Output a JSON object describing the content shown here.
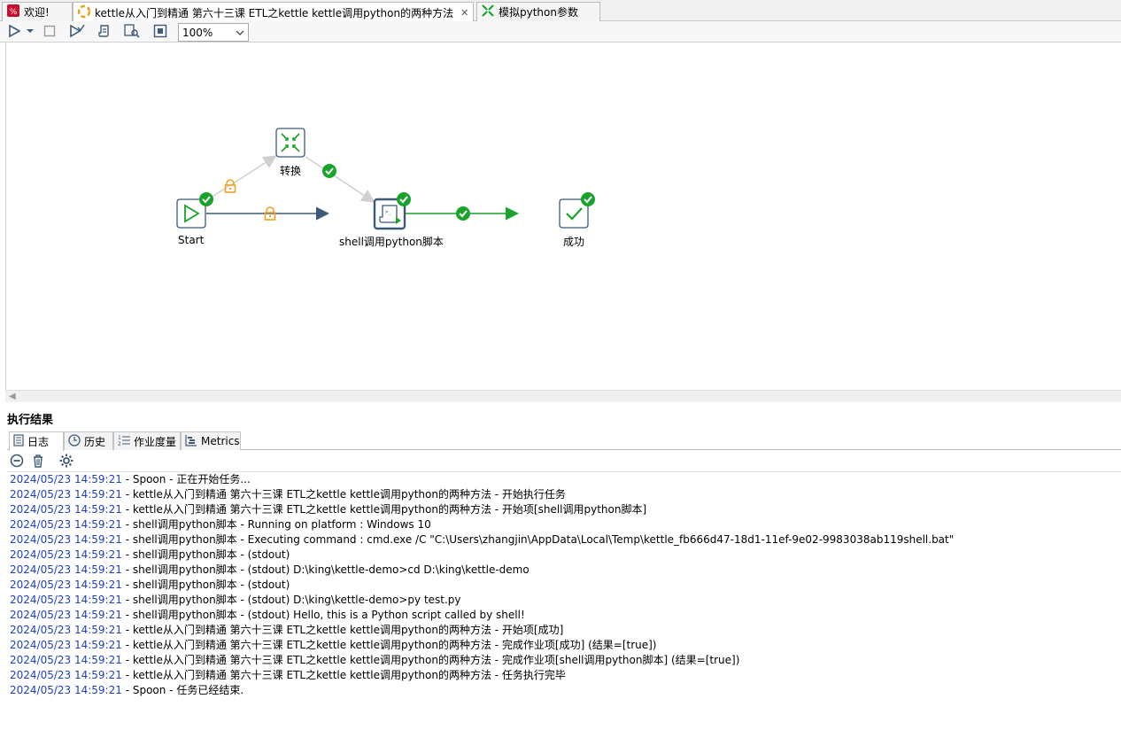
{
  "editor_tabs": [
    {
      "label": "欢迎!",
      "icon": "spoon-icon"
    },
    {
      "label": "kettle从入门到精通 第六十三课 ETL之kettle kettle调用python的两种方法",
      "icon": "job-icon",
      "close": "✕"
    },
    {
      "label": "模拟python参数",
      "icon": "transformation-icon"
    }
  ],
  "toolbar": {
    "zoom": "100%"
  },
  "nodes": {
    "start": "Start",
    "transform": "转换",
    "shell": "shell调用python脚本",
    "success": "成功"
  },
  "results": {
    "title": "执行结果",
    "tabs": [
      "日志",
      "历史",
      "作业度量",
      "Metrics"
    ]
  },
  "log": [
    {
      "ts": "2024/05/23 14:59:21",
      "msg": " - Spoon - 正在开始任务..."
    },
    {
      "ts": "2024/05/23 14:59:21",
      "msg": " - kettle从入门到精通 第六十三课 ETL之kettle kettle调用python的两种方法 - 开始执行任务"
    },
    {
      "ts": "2024/05/23 14:59:21",
      "msg": " - kettle从入门到精通 第六十三课 ETL之kettle kettle调用python的两种方法 - 开始项[shell调用python脚本]"
    },
    {
      "ts": "2024/05/23 14:59:21",
      "msg": " - shell调用python脚本 - Running on platform : Windows 10"
    },
    {
      "ts": "2024/05/23 14:59:21",
      "msg": " - shell调用python脚本 - Executing command : cmd.exe /C \"C:\\Users\\zhangjin\\AppData\\Local\\Temp\\kettle_fb666d47-18d1-11ef-9e02-9983038ab119shell.bat\""
    },
    {
      "ts": "2024/05/23 14:59:21",
      "msg": " - shell调用python脚本 - (stdout)"
    },
    {
      "ts": "2024/05/23 14:59:21",
      "msg": " - shell调用python脚本 - (stdout) D:\\king\\kettle-demo>cd D:\\king\\kettle-demo"
    },
    {
      "ts": "2024/05/23 14:59:21",
      "msg": " - shell调用python脚本 - (stdout)"
    },
    {
      "ts": "2024/05/23 14:59:21",
      "msg": " - shell调用python脚本 - (stdout) D:\\king\\kettle-demo>py test.py"
    },
    {
      "ts": "2024/05/23 14:59:21",
      "msg": " - shell调用python脚本 - (stdout) Hello, this is a Python script called by shell!"
    },
    {
      "ts": "2024/05/23 14:59:21",
      "msg": " - kettle从入门到精通 第六十三课 ETL之kettle kettle调用python的两种方法 - 开始项[成功]"
    },
    {
      "ts": "2024/05/23 14:59:21",
      "msg": " - kettle从入门到精通 第六十三课 ETL之kettle kettle调用python的两种方法 - 完成作业项[成功] (结果=[true])"
    },
    {
      "ts": "2024/05/23 14:59:21",
      "msg": " - kettle从入门到精通 第六十三课 ETL之kettle kettle调用python的两种方法 - 完成作业项[shell调用python脚本] (结果=[true])"
    },
    {
      "ts": "2024/05/23 14:59:21",
      "msg": " - kettle从入门到精通 第六十三课 ETL之kettle kettle调用python的两种方法 - 任务执行完毕"
    },
    {
      "ts": "2024/05/23 14:59:21",
      "msg": " - Spoon - 任务已经结束."
    }
  ],
  "colors": {
    "accent": "#1aa32a",
    "timestamp": "#1f3fbf",
    "lock": "#f0a020",
    "hop": "#3c5a78"
  }
}
